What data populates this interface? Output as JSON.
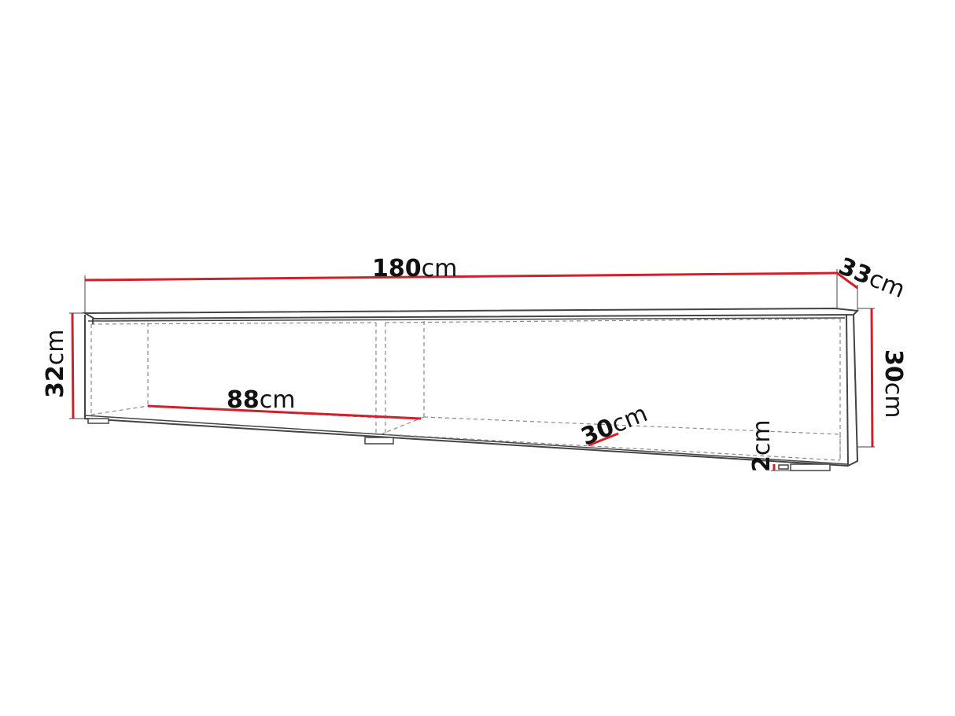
{
  "colors": {
    "background": "#ffffff",
    "outline": "#444444",
    "hidden_edges": "#8a8a8a",
    "dimension_lines": "#d0202a",
    "text": "#111111"
  },
  "dimensions": {
    "width": {
      "number": "180",
      "unit": "cm"
    },
    "depth": {
      "number": "33",
      "unit": "cm"
    },
    "height_front": {
      "number": "32",
      "unit": "cm"
    },
    "height_side": {
      "number": "30",
      "unit": "cm"
    },
    "compartment_width": {
      "number": "88",
      "unit": "cm"
    },
    "compartment_depth": {
      "number": "30",
      "unit": "cm"
    },
    "leg_height": {
      "number": "2",
      "unit": "cm"
    }
  }
}
